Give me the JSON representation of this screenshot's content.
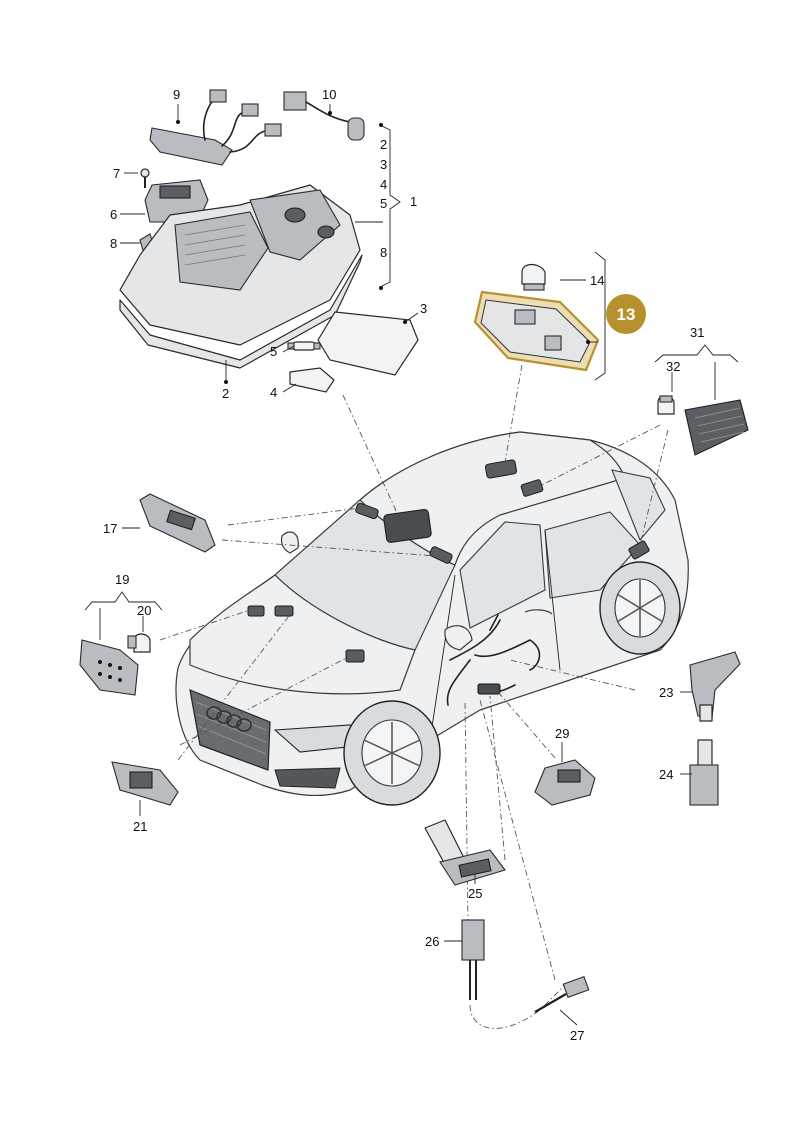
{
  "labels": {
    "p1": "1",
    "p2_top": "2",
    "p3_list": "3",
    "p4_list": "4",
    "p5_list": "5",
    "p8": "8",
    "p2_bottom": "2",
    "p3": "3",
    "p4": "4",
    "p5": "5",
    "p6": "6",
    "p7": "7",
    "p8_left": "8",
    "p9": "9",
    "p10": "10",
    "p14": "14",
    "p13": "13",
    "p17": "17",
    "p19": "19",
    "p20": "20",
    "p21": "21",
    "p23": "23",
    "p24": "24",
    "p25": "25",
    "p26": "26",
    "p27": "27",
    "p29": "29",
    "p31": "31",
    "p32": "32"
  },
  "colors": {
    "highlight_badge": "#b8912f",
    "highlight_part": "#d8b45a",
    "part_fill": "#e4e6e8",
    "line": "#222222"
  }
}
